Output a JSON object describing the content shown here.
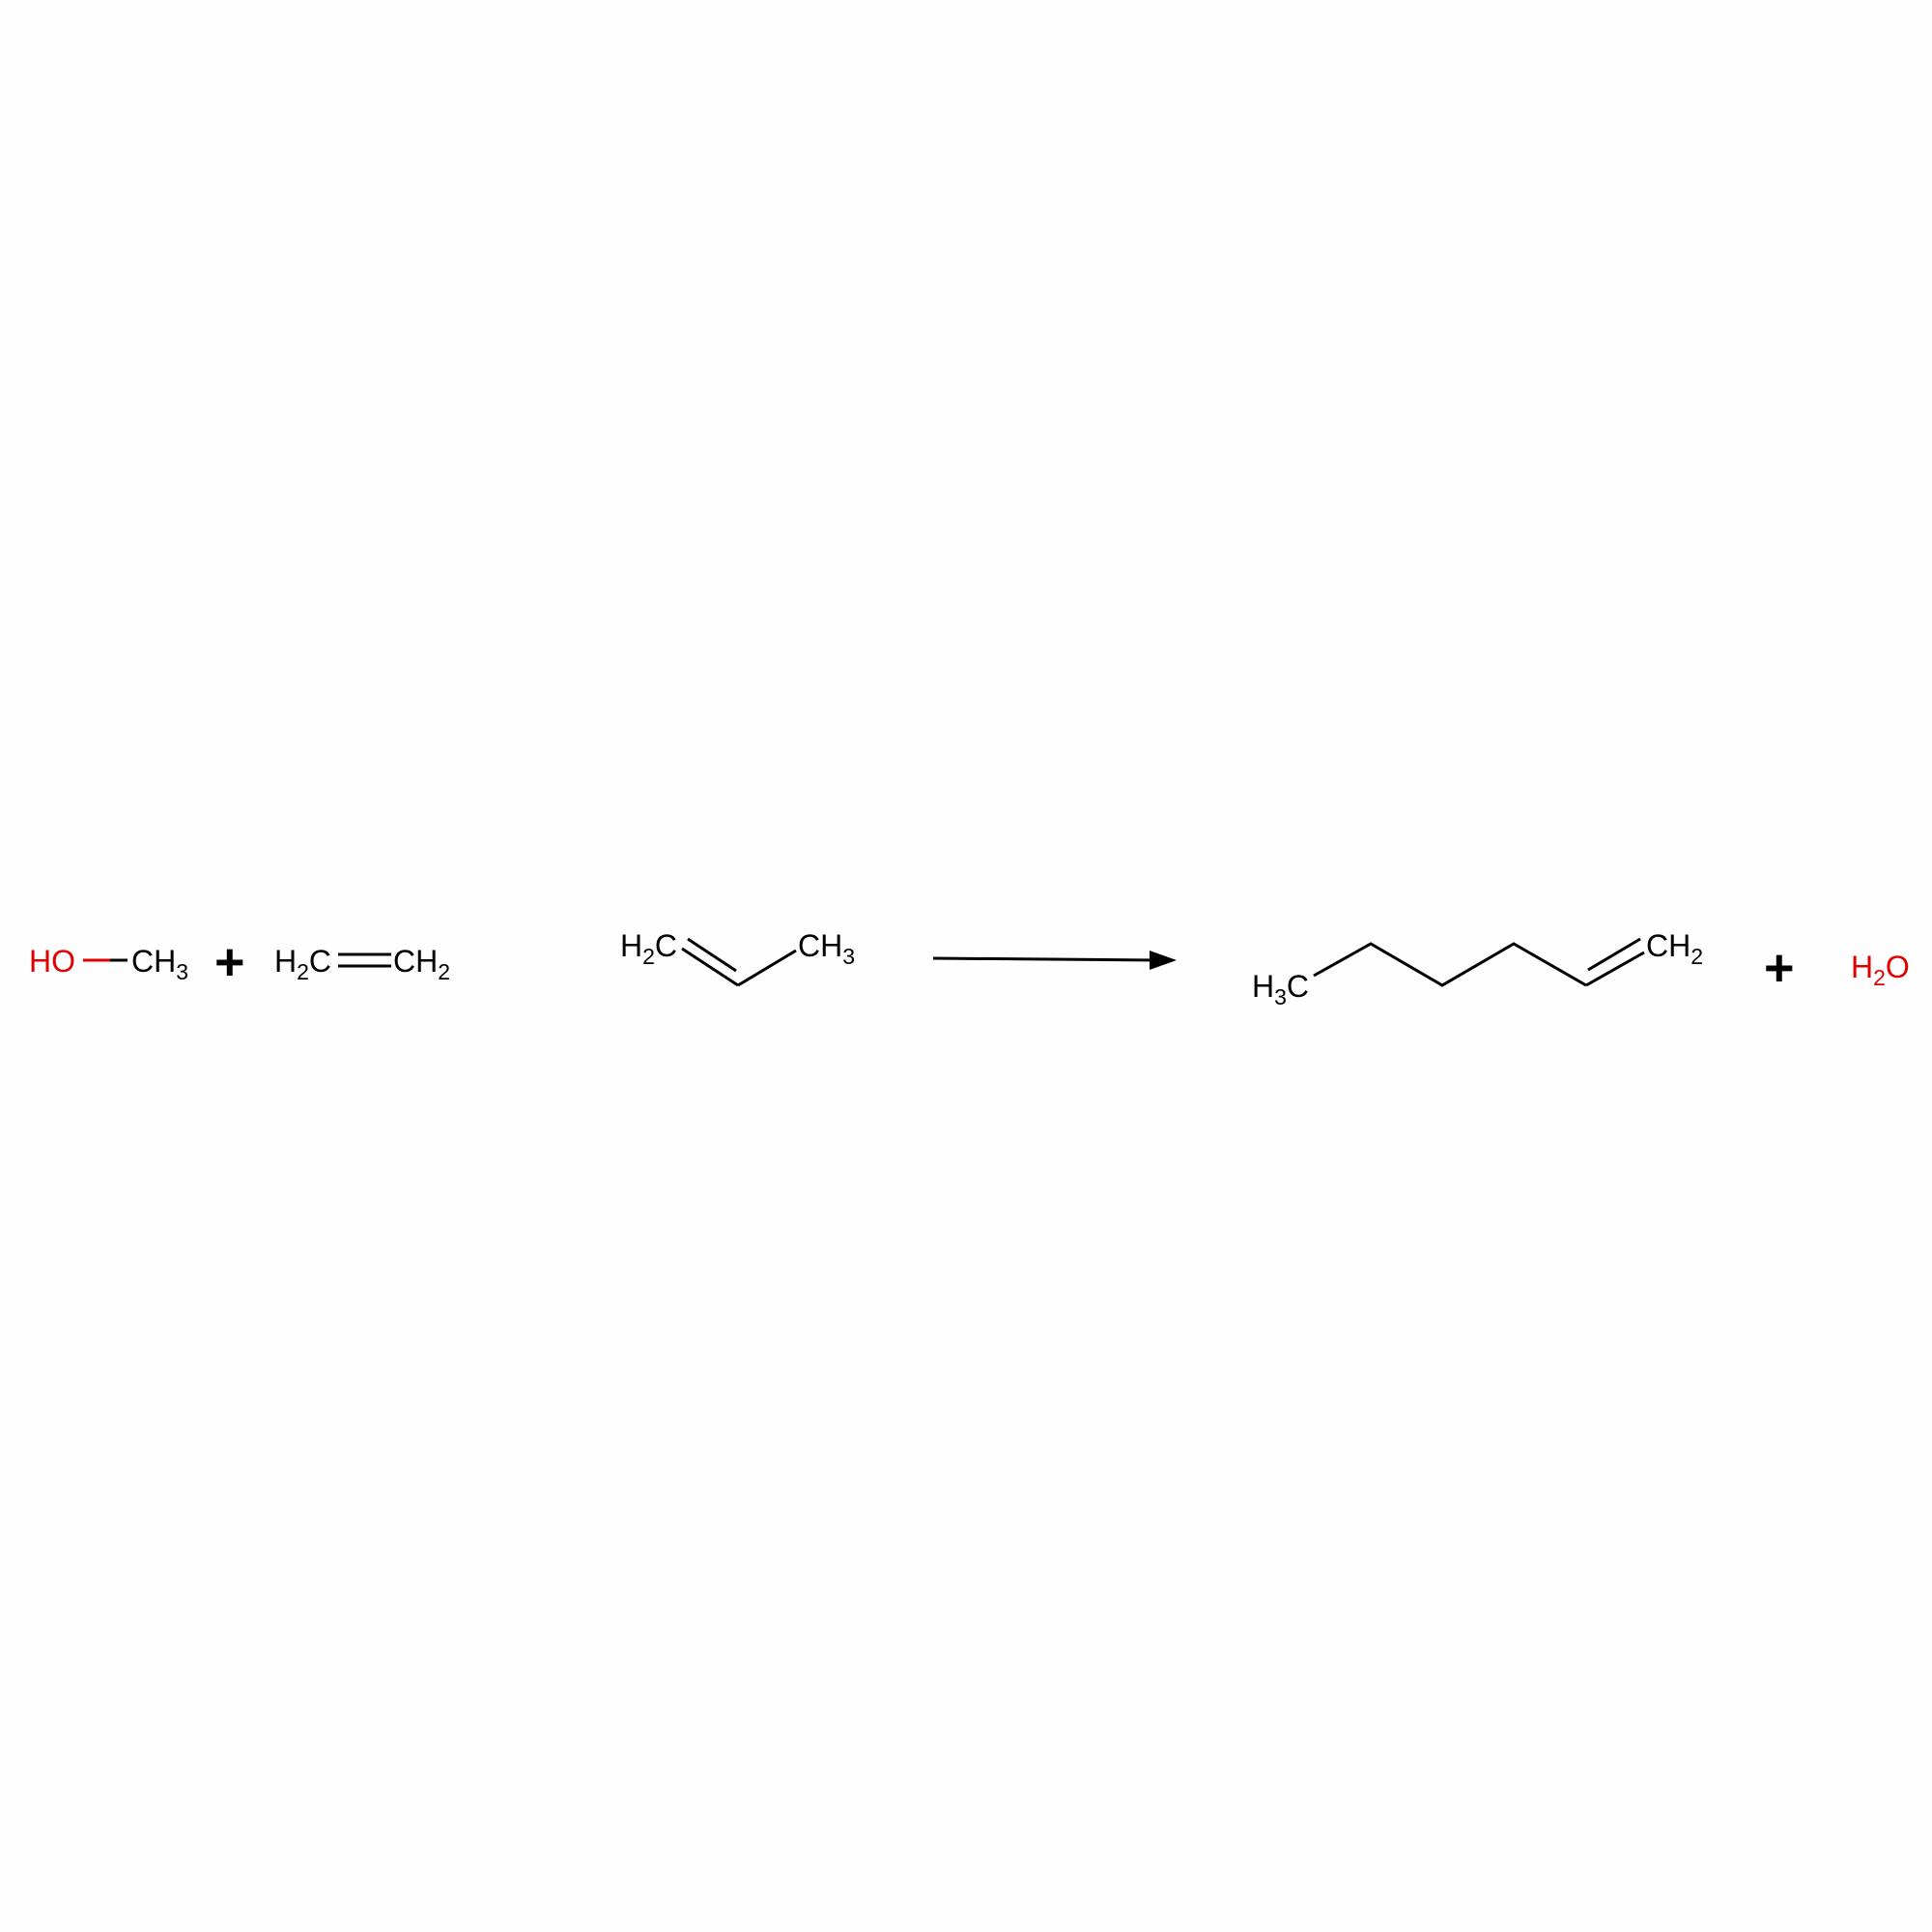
{
  "colors": {
    "bond": "#000000",
    "heteroatom": "#e00000",
    "carbon_label": "#000000",
    "background": "#fefefe"
  },
  "operators": {
    "plus": "+"
  },
  "reactants": {
    "methanol": {
      "oxygen_label": "HO",
      "carbon_label": "CH",
      "carbon_subscript": "3"
    },
    "ethylene": {
      "left_label": "H",
      "left_subscript": "2",
      "left_atom": "C",
      "right_label": "CH",
      "right_subscript": "2"
    },
    "propene": {
      "left_label": "H",
      "left_subscript": "2",
      "left_atom": "C",
      "right_label": "CH",
      "right_subscript": "3"
    }
  },
  "products": {
    "hexene": {
      "left_label": "H",
      "left_subscript": "3",
      "left_atom": "C",
      "right_label": "CH",
      "right_subscript": "2"
    },
    "water": {
      "h_label": "H",
      "h_subscript": "2",
      "o_label": "O"
    }
  }
}
